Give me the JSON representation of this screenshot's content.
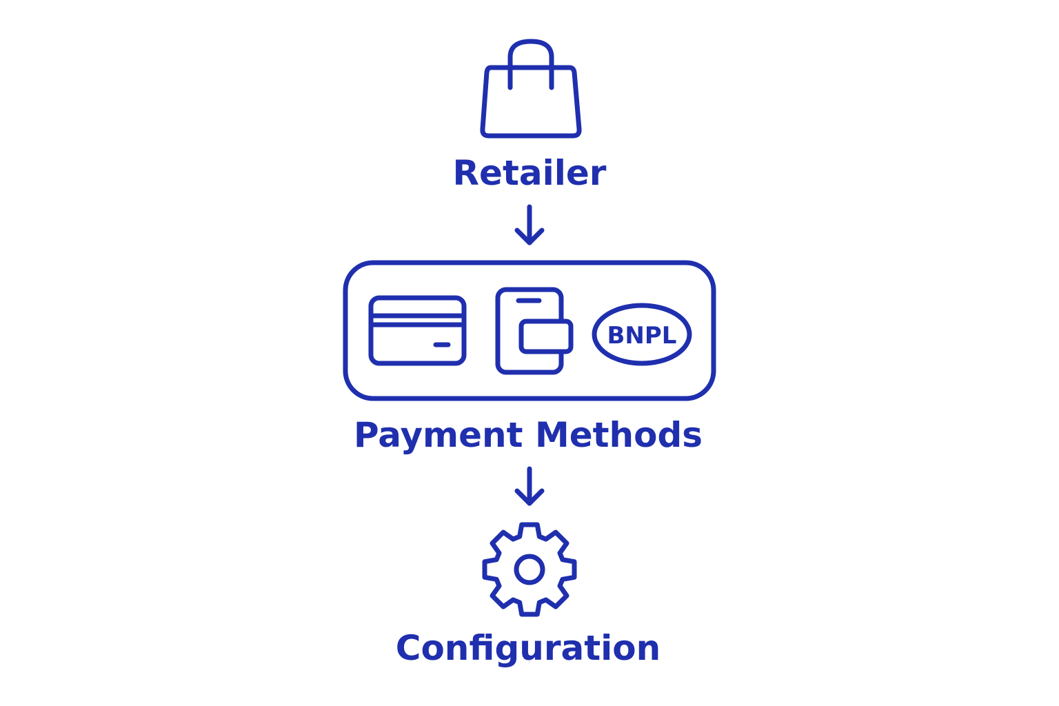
{
  "colors": {
    "primary": "#1f2fae",
    "background": "#ffffff"
  },
  "nodes": {
    "retailer": {
      "label": "Retailer",
      "icon": "shopping-bag-icon"
    },
    "payment_methods": {
      "label": "Payment Methods",
      "items": [
        {
          "icon": "credit-card-icon"
        },
        {
          "icon": "mobile-wallet-icon"
        },
        {
          "icon": "bnpl-badge-icon",
          "text": "BNPL"
        }
      ]
    },
    "configuration": {
      "label": "Configuration",
      "icon": "gear-icon"
    }
  },
  "flow": [
    {
      "from": "Retailer",
      "to": "Payment Methods",
      "icon": "arrow-down-icon"
    },
    {
      "from": "Payment Methods",
      "to": "Configuration",
      "icon": "arrow-down-icon"
    }
  ]
}
